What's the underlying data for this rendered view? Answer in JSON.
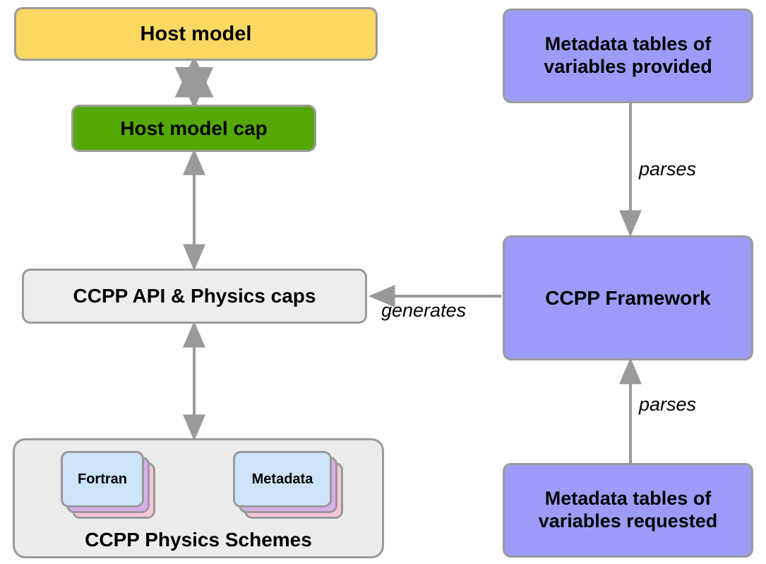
{
  "diagram": {
    "title": "CCPP Framework architecture diagram",
    "colors": {
      "host_model_fill": "#FBD862",
      "host_model_cap_fill": "#55A804",
      "api_fill": "#EDEDED",
      "framework_fill": "#9C9CF8",
      "metadata_fill": "#9C9CF8",
      "schemes_container_fill": "#ECECEC",
      "card_front_fill": "#CCE3F8",
      "card_mid_fill": "#D8AEEC",
      "card_back_fill": "#F7C6DC",
      "border": "#9A9A9A",
      "arrow": "#9A9A9A",
      "text": "#000000"
    }
  },
  "nodes": {
    "host_model": {
      "label": "Host model"
    },
    "host_model_cap": {
      "label": "Host model cap"
    },
    "ccpp_api": {
      "label": "CCPP API  & Physics caps"
    },
    "physics_schemes": {
      "label": "CCPP Physics Schemes",
      "cards": [
        {
          "label": "Fortran"
        },
        {
          "label": "Metadata"
        }
      ]
    },
    "metadata_provided": {
      "label": "Metadata tables of\nvariables provided"
    },
    "ccpp_framework": {
      "label": "CCPP Framework"
    },
    "metadata_requested": {
      "label": "Metadata tables of\nvariables requested"
    }
  },
  "edges": [
    {
      "id": "host-to-cap",
      "from": "host_model",
      "to": "host_model_cap",
      "label": "",
      "arrowheads": "both"
    },
    {
      "id": "cap-to-api",
      "from": "host_model_cap",
      "to": "ccpp_api",
      "label": "",
      "arrowheads": "both"
    },
    {
      "id": "api-to-schemes",
      "from": "ccpp_api",
      "to": "physics_schemes",
      "label": "",
      "arrowheads": "both"
    },
    {
      "id": "provided-to-framework",
      "from": "metadata_provided",
      "to": "ccpp_framework",
      "label": "parses",
      "arrowheads": "end"
    },
    {
      "id": "framework-to-api",
      "from": "ccpp_framework",
      "to": "ccpp_api",
      "label": "generates",
      "arrowheads": "end"
    },
    {
      "id": "requested-to-framework",
      "from": "metadata_requested",
      "to": "ccpp_framework",
      "label": "parses",
      "arrowheads": "end"
    }
  ],
  "edge_labels": {
    "parses_top": "parses",
    "generates": "generates",
    "parses_bottom": "parses"
  }
}
